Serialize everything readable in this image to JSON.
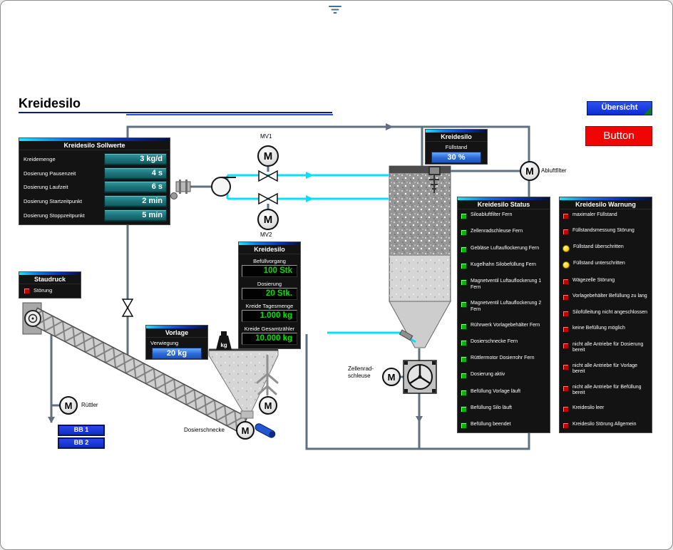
{
  "page_title": "Kreidesilo",
  "buttons": {
    "uebersicht": "Übersicht",
    "red_button": "Button",
    "bb1": "BB 1",
    "bb2": "BB 2"
  },
  "motor_letter": "M",
  "device_labels": {
    "mv1": "MV1",
    "mv2": "MV2",
    "abluftfilter": "Abluftfilter",
    "ruettler": "Rüttler",
    "dosierschnecke": "Dosierschnecke",
    "zellenradschleuse": "Zellenrad-\nschleuse",
    "kg_icon": "kg"
  },
  "sollwerte_panel": {
    "title": "Kreidesilo Sollwerte",
    "rows": [
      {
        "label": "Kreidemenge",
        "value": "3 kg/d"
      },
      {
        "label": "Dosierung Pausenzeit",
        "value": "4 s"
      },
      {
        "label": "Dosierung Laufzeit",
        "value": "6 s"
      },
      {
        "label": "Dosierung Startzeitpunkt",
        "value": "2 min"
      },
      {
        "label": "Dosierung Stoppzeitpunkt",
        "value": "5 min"
      }
    ]
  },
  "staudruck_panel": {
    "title": "Staudruck",
    "stoerung_label": "Störung",
    "stoerung_color": "red"
  },
  "fuellstand_panel": {
    "title": "Kreidesilo",
    "label": "Füllstand",
    "value": "30 %"
  },
  "zaehler_panel": {
    "title": "Kreidesilo",
    "rows": [
      {
        "label": "Befüllvorgang",
        "value": "100 Stk"
      },
      {
        "label": "Dosierung",
        "value": "20 Stk."
      },
      {
        "label": "Kreide Tagesmenge",
        "value": "1.000 kg"
      },
      {
        "label": "Kreide Gesamtzähler",
        "value": "10.000 kg"
      }
    ]
  },
  "vorlage_panel": {
    "title": "Vorlage",
    "label": "Verwiegung",
    "value": "20 kg"
  },
  "status_panel": {
    "title": "Kreidesilo Status",
    "items": [
      {
        "label": "Siloabluftfilter Fern",
        "color": "green"
      },
      {
        "label": "Zellenradschleuse Fern",
        "color": "green"
      },
      {
        "label": "Gebläse Luftauflockerung Fern",
        "color": "green"
      },
      {
        "label": "Kugelhahn Silobefüllung Fern",
        "color": "green"
      },
      {
        "label": "Magnetventil Luftauflockerung 1 Fern",
        "color": "green"
      },
      {
        "label": "Magnetventil Luftauflockerung 2 Fern",
        "color": "green"
      },
      {
        "label": "Rührwerk Vorlagebehälter Fern",
        "color": "green"
      },
      {
        "label": "Dosierschnecke Fern",
        "color": "green"
      },
      {
        "label": "Rüttlermotor Dosierrohr Fern",
        "color": "green"
      },
      {
        "label": "Dosierung aktiv",
        "color": "green"
      },
      {
        "label": "Befüllung Vorlage läuft",
        "color": "green"
      },
      {
        "label": "Befüllung Silo läuft",
        "color": "green"
      },
      {
        "label": "Befüllung beendet",
        "color": "green"
      }
    ]
  },
  "warnung_panel": {
    "title": "Kreidesilo Warnung",
    "items": [
      {
        "label": "maximaler Füllstand",
        "color": "red"
      },
      {
        "label": "Füllstandsmessung Störung",
        "color": "red"
      },
      {
        "label": "Füllstand überschritten",
        "color": "yellow"
      },
      {
        "label": "Füllstand unterschritten",
        "color": "yellow"
      },
      {
        "label": "Wägezelle Störung",
        "color": "red"
      },
      {
        "label": "Vorlagebehälter Befüllung zu lang",
        "color": "red"
      },
      {
        "label": "Silofülleitung nicht angeschlossen",
        "color": "red"
      },
      {
        "label": "keine Befüllung möglich",
        "color": "red"
      },
      {
        "label": "nicht alle Antriebe für Dosierung bereit",
        "color": "red"
      },
      {
        "label": "nicht alle Antriebe für Vorlage bereit",
        "color": "red"
      },
      {
        "label": "nicht alle Antriebe für Befüllung bereit",
        "color": "red"
      },
      {
        "label": "Kreidesilo leer",
        "color": "red"
      },
      {
        "label": "Kreidesilo Störung Allgemein",
        "color": "red"
      }
    ]
  },
  "colors": {
    "pipe_gray": "#5f7080",
    "air_cyan": "#00e1ff",
    "status_green": "#00b800",
    "warn_red": "#c40000",
    "warn_yellow": "#ffd400",
    "setpoint_teal": "#1a7076",
    "value_green": "#00e000",
    "value_blue": "#2a6ad8",
    "button_blue": "#0c2cd0",
    "button_red": "#f00505"
  }
}
